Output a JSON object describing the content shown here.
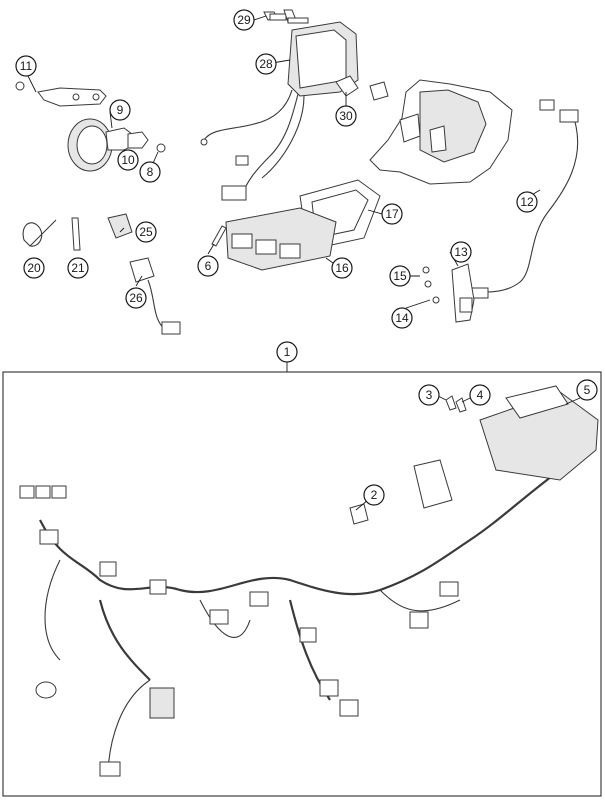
{
  "diagram": {
    "callouts": [
      {
        "id": "c1",
        "label": "1"
      },
      {
        "id": "c2",
        "label": "2"
      },
      {
        "id": "c3",
        "label": "3"
      },
      {
        "id": "c4",
        "label": "4"
      },
      {
        "id": "c5",
        "label": "5"
      },
      {
        "id": "c6",
        "label": "6"
      },
      {
        "id": "c8",
        "label": "8"
      },
      {
        "id": "c9",
        "label": "9"
      },
      {
        "id": "c10",
        "label": "10"
      },
      {
        "id": "c11",
        "label": "11"
      },
      {
        "id": "c12",
        "label": "12"
      },
      {
        "id": "c13",
        "label": "13"
      },
      {
        "id": "c14",
        "label": "14"
      },
      {
        "id": "c15",
        "label": "15"
      },
      {
        "id": "c16",
        "label": "16"
      },
      {
        "id": "c17",
        "label": "17"
      },
      {
        "id": "c20",
        "label": "20"
      },
      {
        "id": "c21",
        "label": "21"
      },
      {
        "id": "c25",
        "label": "25"
      },
      {
        "id": "c26",
        "label": "26"
      },
      {
        "id": "c28",
        "label": "28"
      },
      {
        "id": "c29",
        "label": "29"
      },
      {
        "id": "c30",
        "label": "30"
      }
    ]
  }
}
